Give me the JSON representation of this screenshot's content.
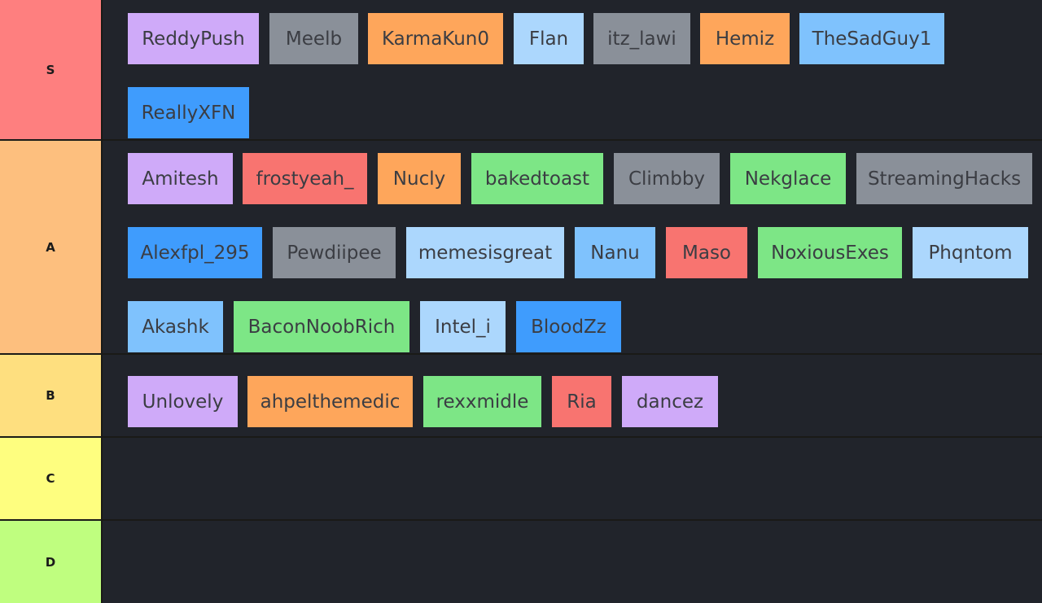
{
  "colors": {
    "purple": "#cfaaf9",
    "gray": "#8a9099",
    "orange": "#fea65b",
    "lightblue": "#acd7fd",
    "skyblue": "#7fc2fd",
    "blue": "#3f9cfd",
    "red": "#f87470",
    "green": "#7de686"
  },
  "tiers": [
    {
      "label": "S",
      "color": "#fe7f7f",
      "items": [
        {
          "name": "ReddyPush",
          "color": "purple"
        },
        {
          "name": "Meelb",
          "color": "gray"
        },
        {
          "name": "KarmaKun0",
          "color": "orange"
        },
        {
          "name": "Flan",
          "color": "lightblue"
        },
        {
          "name": "itz_lawi",
          "color": "gray"
        },
        {
          "name": "Hemiz",
          "color": "orange"
        },
        {
          "name": "TheSadGuy1",
          "color": "skyblue"
        },
        {
          "name": "ReallyXFN",
          "color": "blue"
        }
      ]
    },
    {
      "label": "A",
      "color": "#fdbf7e",
      "items": [
        {
          "name": "Amitesh",
          "color": "purple"
        },
        {
          "name": "frostyeah_",
          "color": "red"
        },
        {
          "name": "Nucly",
          "color": "orange"
        },
        {
          "name": "bakedtoast",
          "color": "green"
        },
        {
          "name": "Climbby",
          "color": "gray"
        },
        {
          "name": "Nekglace",
          "color": "green"
        },
        {
          "name": "StreamingHacks",
          "color": "gray"
        },
        {
          "name": "Alexfpl_295",
          "color": "blue"
        },
        {
          "name": "Pewdiipee",
          "color": "gray"
        },
        {
          "name": "memesisgreat",
          "color": "lightblue"
        },
        {
          "name": "Nanu",
          "color": "skyblue"
        },
        {
          "name": "Maso",
          "color": "red"
        },
        {
          "name": "NoxiousExes",
          "color": "green"
        },
        {
          "name": "Phqntom",
          "color": "lightblue"
        },
        {
          "name": "Akashk",
          "color": "skyblue"
        },
        {
          "name": "BaconNoobRich",
          "color": "green"
        },
        {
          "name": "Intel_i",
          "color": "lightblue"
        },
        {
          "name": "BloodZz",
          "color": "blue"
        }
      ]
    },
    {
      "label": "B",
      "color": "#fedf7f",
      "items": [
        {
          "name": "Unlovely",
          "color": "purple"
        },
        {
          "name": "ahpelthemedic",
          "color": "orange"
        },
        {
          "name": "rexxmidle",
          "color": "green"
        },
        {
          "name": "Ria",
          "color": "red"
        },
        {
          "name": "dancez",
          "color": "purple"
        }
      ]
    },
    {
      "label": "C",
      "color": "#fefe7f",
      "items": []
    },
    {
      "label": "D",
      "color": "#bffe7f",
      "items": []
    }
  ]
}
